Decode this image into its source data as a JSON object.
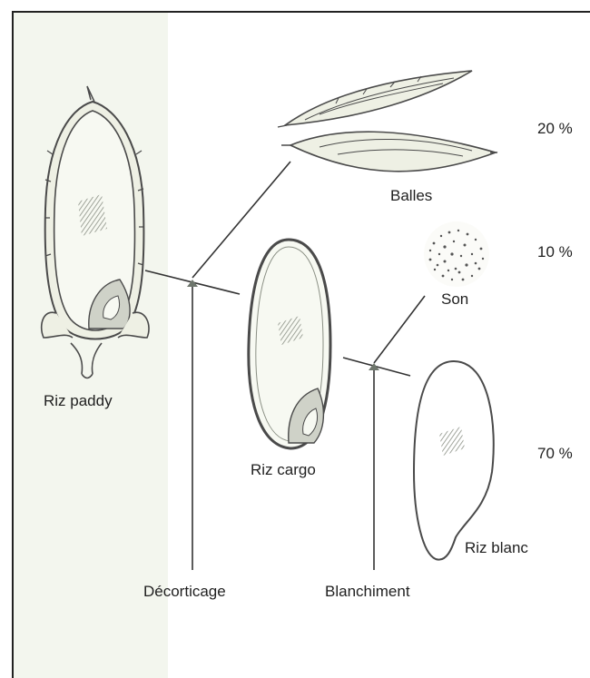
{
  "labels": {
    "riz_paddy": "Riz paddy",
    "balles": "Balles",
    "son": "Son",
    "riz_cargo": "Riz cargo",
    "riz_blanc": "Riz blanc",
    "decorticage": "Décorticage",
    "blanchiment": "Blanchiment"
  },
  "percentages": {
    "balles": "20 %",
    "son": "10 %",
    "riz_blanc": "70 %"
  },
  "colors": {
    "outline": "#4a4a4a",
    "grain_fill": "#f7f9f2",
    "husk_fill": "#eef0e4",
    "germ_fill": "#cfd2c8",
    "texture": "#8a8f84"
  }
}
